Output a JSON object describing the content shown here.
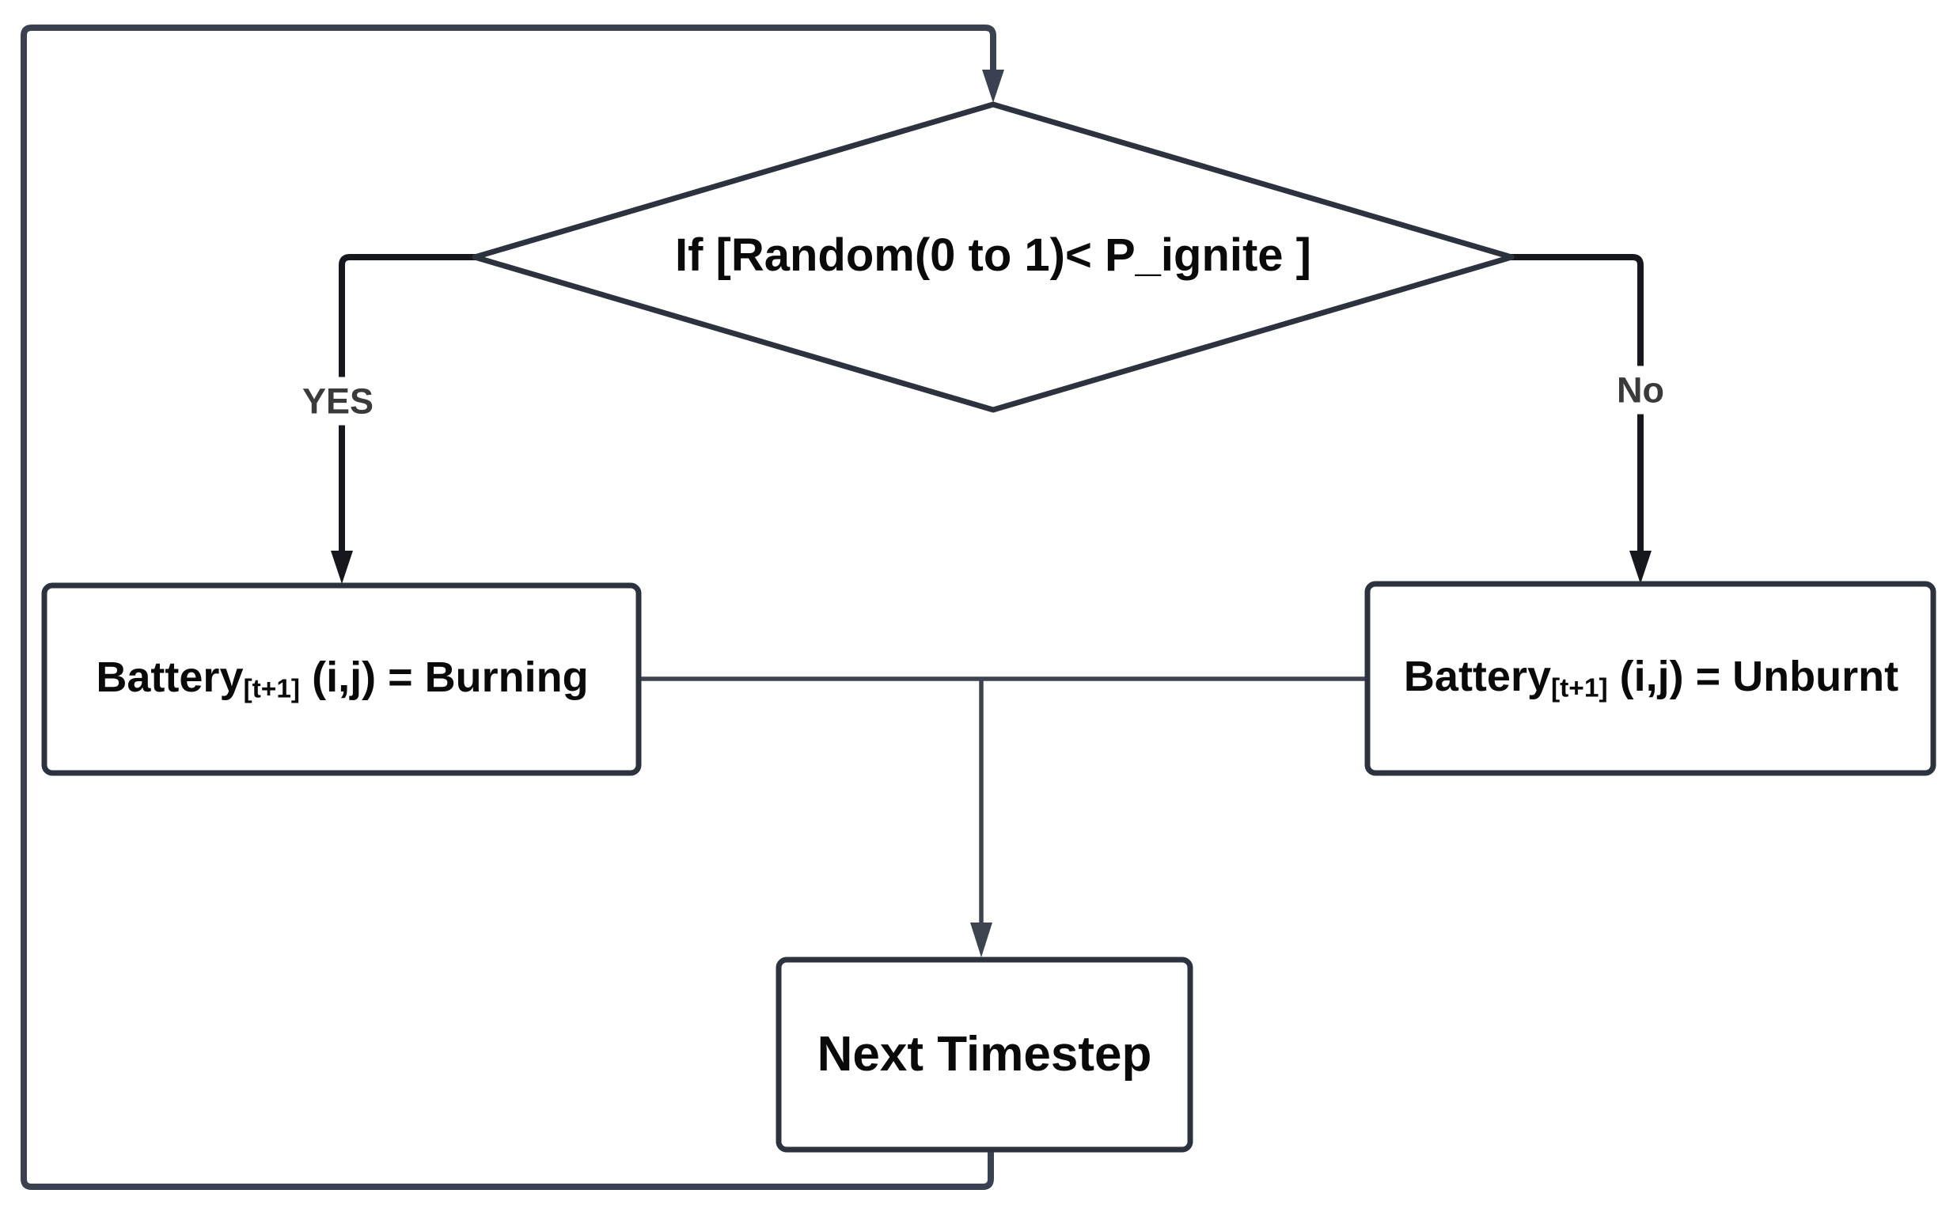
{
  "theme": {
    "background": "#ffffff",
    "shape_stroke": "#2d333e",
    "loop_stroke": "#3a4150",
    "branch_stroke": "#16181d",
    "merge_stroke": "#3d4450",
    "text_color": "#0a0a0a",
    "branch_label_color": "#3a3a3a"
  },
  "flowchart": {
    "decision": {
      "label": "If [Random(0 to 1)< P_ignite ]"
    },
    "yes_branch": {
      "label": "YES"
    },
    "no_branch": {
      "label": "No"
    },
    "burning_box": {
      "prefix": "Battery",
      "subscript": "[t+1]",
      "suffix": " (i,j) = Burning"
    },
    "unburnt_box": {
      "prefix": "Battery",
      "subscript": "[t+1]",
      "suffix": " (i,j) = Unburnt"
    },
    "next_timestep_box": {
      "label": "Next Timestep"
    }
  }
}
